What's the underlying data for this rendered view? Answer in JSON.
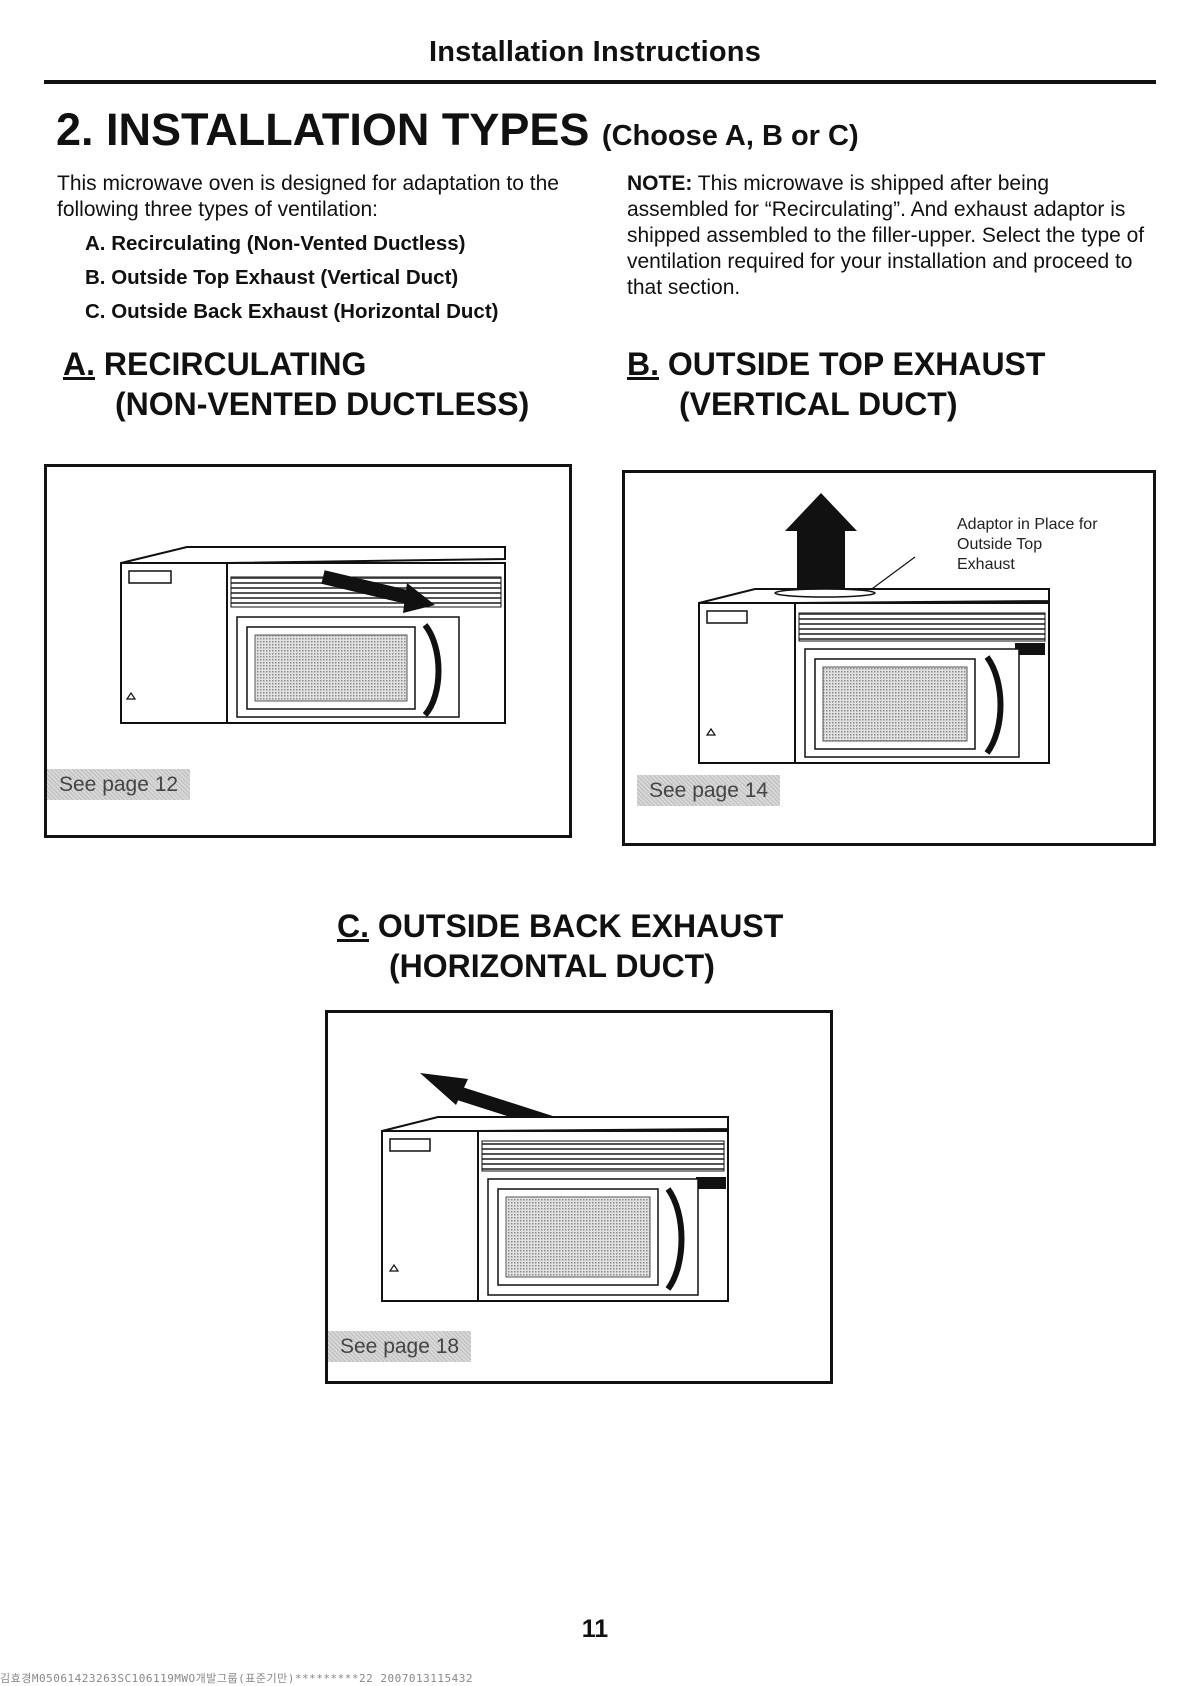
{
  "header": {
    "running_title": "Installation Instructions"
  },
  "section": {
    "number": "2.",
    "title": "INSTALLATION TYPES",
    "subtitle": "(Choose A, B or C)"
  },
  "intro": {
    "text": "This microwave oven is designed for adaptation to the following three types of ventilation:",
    "types": [
      "A. Recirculating (Non-Vented Ductless)",
      "B. Outside Top Exhaust (Vertical Duct)",
      "C. Outside Back Exhaust (Horizontal Duct)"
    ]
  },
  "note": {
    "label": "NOTE:",
    "text": " This microwave is shipped after being assembled for “Recirculating”. And exhaust adaptor is shipped assembled to the filler-upper. Select the type of ventilation required for your installation and proceed to that section."
  },
  "options": {
    "a": {
      "letter": "A.",
      "line1": "RECIRCULATING",
      "line2": "(NON-VENTED DUCTLESS)",
      "see_page": "See page 12"
    },
    "b": {
      "letter": "B.",
      "line1": "OUTSIDE TOP EXHAUST",
      "line2": "(VERTICAL DUCT)",
      "see_page": "See page 14",
      "callout": [
        "Adaptor in Place for",
        "Outside Top",
        "Exhaust"
      ]
    },
    "c": {
      "letter": "C.",
      "line1": "OUTSIDE BACK EXHAUST",
      "line2": "(HORIZONTAL DUCT)",
      "see_page": "See page 18"
    }
  },
  "footer": {
    "page_number": "11",
    "print_code": "김효경M05061423263SC106119MWO개발그룹(표준기만)*********22 2007013115432"
  },
  "icons": [
    "microwave-illustration",
    "recirculation-arrow-icon",
    "up-arrow-icon",
    "back-exhaust-arrow-icon"
  ]
}
